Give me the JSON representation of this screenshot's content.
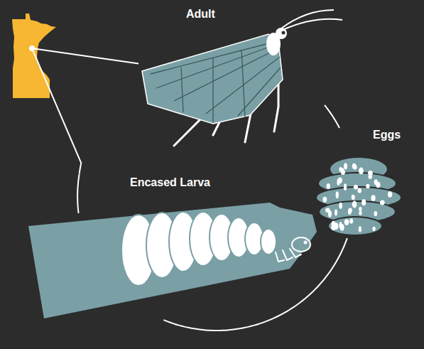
{
  "diagram": {
    "nodes": [
      {
        "text": [
          "Adult"
        ]
      },
      {
        "text": [
          "Eggs"
        ]
      },
      {
        "text": [
          "Encased Larva"
        ]
      }
    ],
    "edges": [
      {
        "from": 0,
        "to": 1,
        "arrow": "none"
      },
      {
        "from": 1,
        "to": 2,
        "arrow": "none"
      },
      {
        "from": 2,
        "to": 0,
        "arrow": "none"
      }
    ]
  }
}
